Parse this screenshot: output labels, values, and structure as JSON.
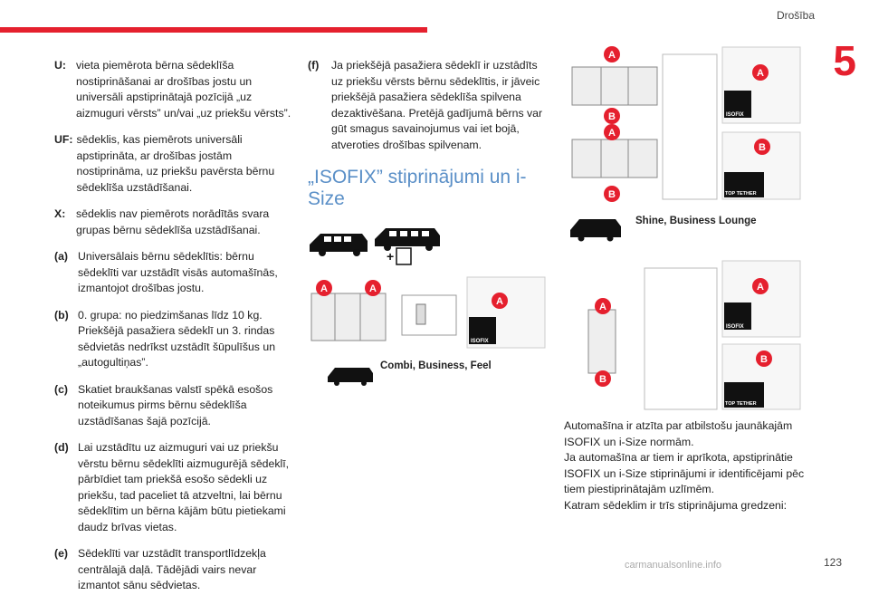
{
  "header": {
    "section": "Drošība",
    "chapter": "5",
    "page": "123"
  },
  "left_column": [
    {
      "key": "U:",
      "text": "vieta piemērota bērna sēdeklīša nostiprināšanai ar drošības jostu un universāli apstiprinātajā pozīcijā „uz aizmuguri vērsts” un/vai „uz priekšu vērsts”."
    },
    {
      "key": "UF:",
      "text": "sēdeklis, kas piemērots universāli apstiprināta, ar drošības jostām nostiprināma, uz priekšu pavērsta bērnu sēdeklīša uzstādīšanai."
    },
    {
      "key": "X:",
      "text": "sēdeklis nav piemērots norādītās svara grupas bērnu sēdeklīša uzstādīšanai."
    },
    {
      "key": "(a)",
      "text": "Universālais bērnu sēdeklītis: bērnu sēdeklīti var uzstādīt visās automašīnās, izmantojot drošības jostu."
    },
    {
      "key": "(b)",
      "text": "0. grupa: no piedzimšanas līdz 10 kg. Priekšējā pasažiera sēdeklī un 3. rindas sēdvietās nedrīkst uzstādīt šūpulīšus un „autogultiņas”."
    },
    {
      "key": "(c)",
      "text": "Skatiet braukšanas valstī spēkā esošos noteikumus pirms bērnu sēdeklīša uzstādīšanas šajā pozīcijā."
    },
    {
      "key": "(d)",
      "text": "Lai uzstādītu uz aizmuguri vai uz priekšu vērstu bērnu sēdeklīti aizmugurējā sēdeklī, pārbīdiet tam priekšā esošo sēdekli uz priekšu, tad paceliet tā atzveltni, lai bērnu sēdeklītim un bērna kājām būtu pietiekami daudz brīvas vietas."
    },
    {
      "key": "(e)",
      "text": "Sēdeklīti var uzstādīt transportlīdzekļa centrālajā daļā. Tādējādi vairs nevar izmantot sānu sēdvietas."
    }
  ],
  "middle_column": [
    {
      "key": "(f)",
      "text": "Ja priekšējā pasažiera sēdeklī ir uzstādīts uz priekšu vērsts bērnu sēdeklītis, ir jāveic priekšējā pasažiera sēdeklīša spilvena dezaktivēšana. Pretējā gadījumā bērns var gūt smagus savainojumus vai iet bojā, atveroties drošības spilvenam."
    }
  ],
  "isofix_title": "„ISOFIX” stiprinājumi un i-Size",
  "captions": {
    "combi": "Combi, Business, Feel",
    "shine": "Shine, Business Lounge"
  },
  "labels": {
    "a": "A",
    "b": "B",
    "isofix": "ISOFIX",
    "top_tether": "TOP TETHER"
  },
  "right_text": [
    "Automašīna ir atzīta par atbilstošu jaunākajām ISOFIX un i-Size normām.",
    "Ja automašīna ar tiem ir aprīkota, apstiprinātie ISOFIX un i-Size stiprinājumi ir identificējami pēc tiem piestiprinātajām uzlīmēm.",
    "Katram sēdeklim ir trīs stiprinājuma gredzeni:"
  ],
  "watermark": "carmanualsonline.info",
  "colors": {
    "accent": "#e5202e",
    "title_blue": "#5a8fc7"
  }
}
